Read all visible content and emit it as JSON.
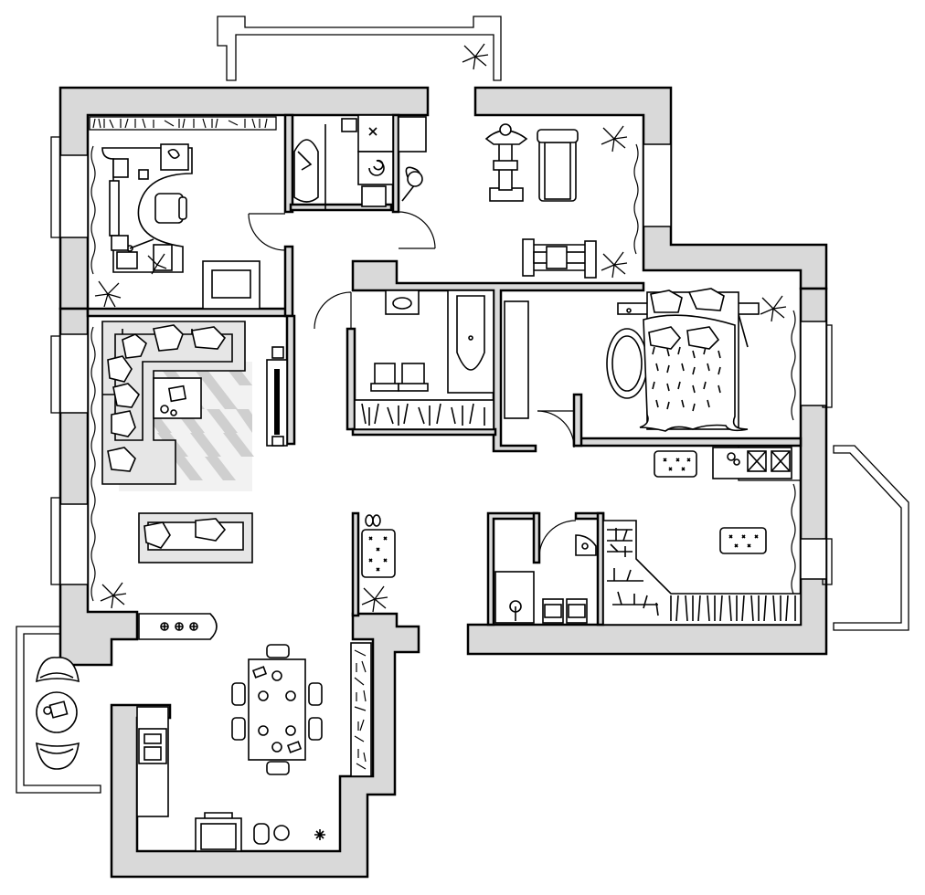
{
  "plan": {
    "colors": {
      "wall_fill": "#d9d9d9",
      "line": "#000000",
      "background": "#ffffff",
      "rug_tile": "#cfcfcf"
    }
  },
  "rooms": [
    {
      "id": "study",
      "furniture": [
        "desk",
        "office-chair",
        "armchair",
        "bookshelf",
        "plant",
        "side-table"
      ]
    },
    {
      "id": "living-room",
      "furniture": [
        "corner-sofa",
        "sofa",
        "coffee-table",
        "rug",
        "tv-console",
        "plant"
      ]
    },
    {
      "id": "kitchen-dining",
      "furniture": [
        "dining-table",
        "chairs",
        "kitchen-counter",
        "sink",
        "stove",
        "bookshelf"
      ]
    },
    {
      "id": "laundry",
      "furniture": [
        "ironing-board",
        "washing-machine",
        "vacuum"
      ]
    },
    {
      "id": "gym",
      "furniture": [
        "exercise-bike",
        "treadmill",
        "weight-bench",
        "plants"
      ]
    },
    {
      "id": "bathroom",
      "furniture": [
        "sink",
        "toilet",
        "bidet",
        "bathtub",
        "storage-shelf"
      ]
    },
    {
      "id": "bedroom",
      "furniture": [
        "double-bed",
        "round-rug",
        "plant",
        "nightstands"
      ]
    },
    {
      "id": "hallway",
      "furniture": [
        "shoe-rack",
        "ottomans",
        "plant",
        "dresser"
      ]
    },
    {
      "id": "wc",
      "furniture": [
        "shower",
        "toilet",
        "bidet",
        "sink"
      ]
    },
    {
      "id": "walk-in-closet",
      "furniture": [
        "hanging-rail",
        "shelves"
      ]
    },
    {
      "id": "balcony-west",
      "furniture": [
        "round-table",
        "two-chairs"
      ]
    },
    {
      "id": "balcony-east",
      "furniture": []
    },
    {
      "id": "balcony-north",
      "furniture": [
        "plant"
      ]
    }
  ]
}
